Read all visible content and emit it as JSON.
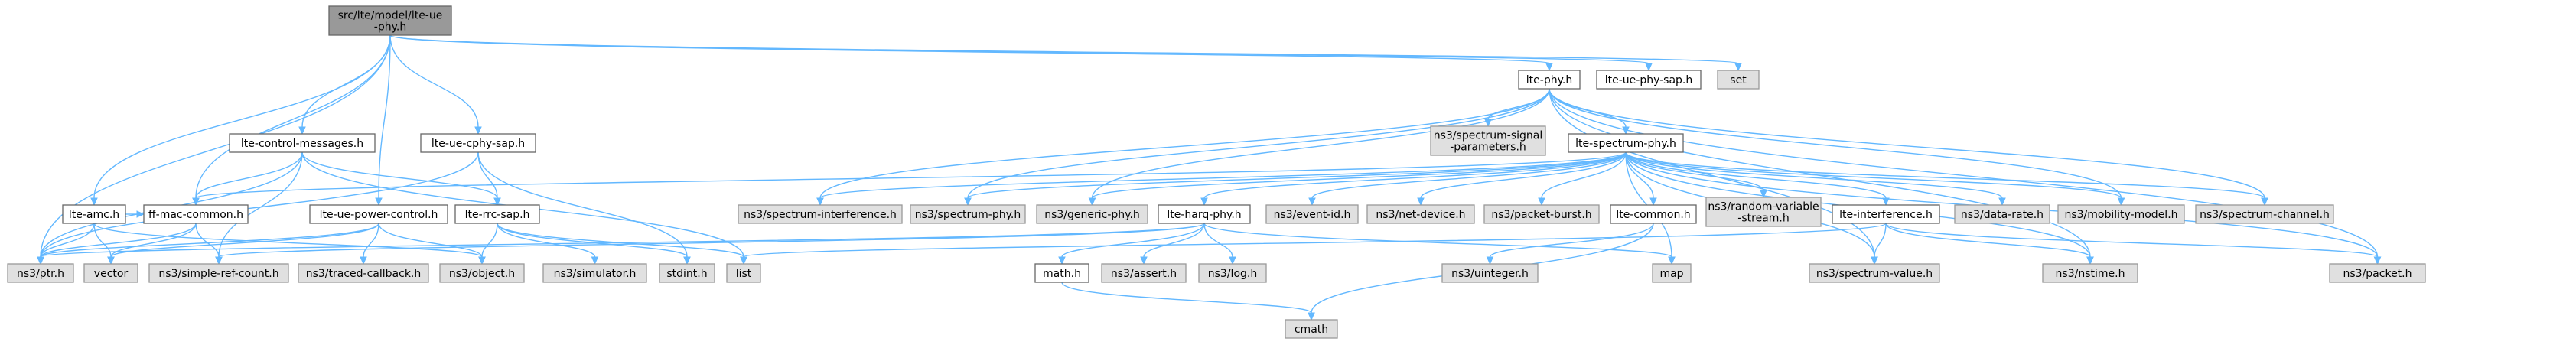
{
  "graph": {
    "edge_color": "#63b8ff",
    "node_fill": "#ffffff",
    "external_node_fill": "#e0e0e0",
    "focus_node_fill": "#999999",
    "nodes": [
      {
        "id": "root",
        "label": [
          "src/lte/model/lte-ue",
          "-phy.h"
        ],
        "kind": "focus"
      },
      {
        "id": "lte-phy",
        "label": [
          "lte-phy.h"
        ],
        "kind": "plain"
      },
      {
        "id": "lte-ue-phy-sap",
        "label": [
          "lte-ue-phy-sap.h"
        ],
        "kind": "plain"
      },
      {
        "id": "set",
        "label": [
          "set"
        ],
        "kind": "ext"
      },
      {
        "id": "lte-control-messages",
        "label": [
          "lte-control-messages.h"
        ],
        "kind": "plain"
      },
      {
        "id": "lte-ue-cphy-sap",
        "label": [
          "lte-ue-cphy-sap.h"
        ],
        "kind": "plain"
      },
      {
        "id": "spectrum-signal-parameters",
        "label": [
          "ns3/spectrum-signal",
          "-parameters.h"
        ],
        "kind": "ext"
      },
      {
        "id": "lte-spectrum-phy",
        "label": [
          "lte-spectrum-phy.h"
        ],
        "kind": "plain"
      },
      {
        "id": "lte-amc",
        "label": [
          "lte-amc.h"
        ],
        "kind": "plain"
      },
      {
        "id": "ff-mac-common",
        "label": [
          "ff-mac-common.h"
        ],
        "kind": "plain"
      },
      {
        "id": "lte-ue-power-control",
        "label": [
          "lte-ue-power-control.h"
        ],
        "kind": "plain"
      },
      {
        "id": "lte-rrc-sap",
        "label": [
          "lte-rrc-sap.h"
        ],
        "kind": "plain"
      },
      {
        "id": "spectrum-interference",
        "label": [
          "ns3/spectrum-interference.h"
        ],
        "kind": "ext"
      },
      {
        "id": "spectrum-phy",
        "label": [
          "ns3/spectrum-phy.h"
        ],
        "kind": "ext"
      },
      {
        "id": "generic-phy",
        "label": [
          "ns3/generic-phy.h"
        ],
        "kind": "ext"
      },
      {
        "id": "lte-harq-phy",
        "label": [
          "lte-harq-phy.h"
        ],
        "kind": "plain"
      },
      {
        "id": "event-id",
        "label": [
          "ns3/event-id.h"
        ],
        "kind": "ext"
      },
      {
        "id": "net-device",
        "label": [
          "ns3/net-device.h"
        ],
        "kind": "ext"
      },
      {
        "id": "packet-burst",
        "label": [
          "ns3/packet-burst.h"
        ],
        "kind": "ext"
      },
      {
        "id": "lte-common",
        "label": [
          "lte-common.h"
        ],
        "kind": "plain"
      },
      {
        "id": "random-variable-stream",
        "label": [
          "ns3/random-variable",
          "-stream.h"
        ],
        "kind": "ext"
      },
      {
        "id": "lte-interference",
        "label": [
          "lte-interference.h"
        ],
        "kind": "plain"
      },
      {
        "id": "data-rate",
        "label": [
          "ns3/data-rate.h"
        ],
        "kind": "ext"
      },
      {
        "id": "mobility-model",
        "label": [
          "ns3/mobility-model.h"
        ],
        "kind": "ext"
      },
      {
        "id": "spectrum-channel",
        "label": [
          "ns3/spectrum-channel.h"
        ],
        "kind": "ext"
      },
      {
        "id": "ptr",
        "label": [
          "ns3/ptr.h"
        ],
        "kind": "ext"
      },
      {
        "id": "vector",
        "label": [
          "vector"
        ],
        "kind": "ext"
      },
      {
        "id": "simple-ref-count",
        "label": [
          "ns3/simple-ref-count.h"
        ],
        "kind": "ext"
      },
      {
        "id": "traced-callback",
        "label": [
          "ns3/traced-callback.h"
        ],
        "kind": "ext"
      },
      {
        "id": "object",
        "label": [
          "ns3/object.h"
        ],
        "kind": "ext"
      },
      {
        "id": "simulator",
        "label": [
          "ns3/simulator.h"
        ],
        "kind": "ext"
      },
      {
        "id": "stdint",
        "label": [
          "stdint.h"
        ],
        "kind": "ext"
      },
      {
        "id": "list",
        "label": [
          "list"
        ],
        "kind": "ext"
      },
      {
        "id": "math",
        "label": [
          "math.h"
        ],
        "kind": "plain"
      },
      {
        "id": "assert",
        "label": [
          "ns3/assert.h"
        ],
        "kind": "ext"
      },
      {
        "id": "log",
        "label": [
          "ns3/log.h"
        ],
        "kind": "ext"
      },
      {
        "id": "map",
        "label": [
          "map"
        ],
        "kind": "ext"
      },
      {
        "id": "uinteger",
        "label": [
          "ns3/uinteger.h"
        ],
        "kind": "ext"
      },
      {
        "id": "spectrum-value",
        "label": [
          "ns3/spectrum-value.h"
        ],
        "kind": "ext"
      },
      {
        "id": "nstime",
        "label": [
          "ns3/nstime.h"
        ],
        "kind": "ext"
      },
      {
        "id": "packet",
        "label": [
          "ns3/packet.h"
        ],
        "kind": "ext"
      },
      {
        "id": "cmath",
        "label": [
          "cmath"
        ],
        "kind": "ext"
      }
    ],
    "edges": [
      [
        "root",
        "lte-phy"
      ],
      [
        "root",
        "lte-ue-phy-sap"
      ],
      [
        "root",
        "set"
      ],
      [
        "root",
        "lte-control-messages"
      ],
      [
        "root",
        "lte-ue-cphy-sap"
      ],
      [
        "root",
        "lte-amc"
      ],
      [
        "root",
        "ff-mac-common"
      ],
      [
        "root",
        "lte-ue-power-control"
      ],
      [
        "root",
        "ptr"
      ],
      [
        "lte-phy",
        "spectrum-signal-parameters"
      ],
      [
        "lte-phy",
        "lte-spectrum-phy"
      ],
      [
        "lte-phy",
        "spectrum-interference"
      ],
      [
        "lte-phy",
        "spectrum-phy"
      ],
      [
        "lte-phy",
        "generic-phy"
      ],
      [
        "lte-phy",
        "mobility-model"
      ],
      [
        "lte-phy",
        "spectrum-channel"
      ],
      [
        "lte-phy",
        "packet"
      ],
      [
        "lte-phy",
        "nstime"
      ],
      [
        "lte-phy",
        "spectrum-value"
      ],
      [
        "lte-spectrum-phy",
        "ff-mac-common"
      ],
      [
        "lte-spectrum-phy",
        "spectrum-interference"
      ],
      [
        "lte-spectrum-phy",
        "spectrum-phy"
      ],
      [
        "lte-spectrum-phy",
        "generic-phy"
      ],
      [
        "lte-spectrum-phy",
        "lte-harq-phy"
      ],
      [
        "lte-spectrum-phy",
        "event-id"
      ],
      [
        "lte-spectrum-phy",
        "net-device"
      ],
      [
        "lte-spectrum-phy",
        "packet-burst"
      ],
      [
        "lte-spectrum-phy",
        "lte-common"
      ],
      [
        "lte-spectrum-phy",
        "random-variable-stream"
      ],
      [
        "lte-spectrum-phy",
        "lte-interference"
      ],
      [
        "lte-spectrum-phy",
        "data-rate"
      ],
      [
        "lte-spectrum-phy",
        "mobility-model"
      ],
      [
        "lte-spectrum-phy",
        "spectrum-channel"
      ],
      [
        "lte-spectrum-phy",
        "map"
      ],
      [
        "lte-spectrum-phy",
        "spectrum-value"
      ],
      [
        "lte-spectrum-phy",
        "nstime"
      ],
      [
        "lte-spectrum-phy",
        "packet"
      ],
      [
        "lte-control-messages",
        "ff-mac-common"
      ],
      [
        "lte-control-messages",
        "lte-rrc-sap"
      ],
      [
        "lte-control-messages",
        "simple-ref-count"
      ],
      [
        "lte-control-messages",
        "ptr"
      ],
      [
        "lte-control-messages",
        "list"
      ],
      [
        "lte-ue-cphy-sap",
        "lte-rrc-sap"
      ],
      [
        "lte-ue-cphy-sap",
        "ptr"
      ],
      [
        "lte-ue-cphy-sap",
        "stdint"
      ],
      [
        "lte-amc",
        "ff-mac-common"
      ],
      [
        "lte-amc",
        "ptr"
      ],
      [
        "lte-amc",
        "vector"
      ],
      [
        "lte-amc",
        "object"
      ],
      [
        "ff-mac-common",
        "ptr"
      ],
      [
        "ff-mac-common",
        "vector"
      ],
      [
        "ff-mac-common",
        "simple-ref-count"
      ],
      [
        "lte-ue-power-control",
        "traced-callback"
      ],
      [
        "lte-ue-power-control",
        "object"
      ],
      [
        "lte-ue-power-control",
        "ptr"
      ],
      [
        "lte-ue-power-control",
        "vector"
      ],
      [
        "lte-rrc-sap",
        "simulator"
      ],
      [
        "lte-rrc-sap",
        "stdint"
      ],
      [
        "lte-rrc-sap",
        "list"
      ],
      [
        "lte-rrc-sap",
        "object"
      ],
      [
        "lte-harq-phy",
        "math"
      ],
      [
        "lte-harq-phy",
        "assert"
      ],
      [
        "lte-harq-phy",
        "log"
      ],
      [
        "lte-harq-phy",
        "map"
      ],
      [
        "lte-harq-phy",
        "simple-ref-count"
      ],
      [
        "lte-harq-phy",
        "ptr"
      ],
      [
        "math",
        "cmath"
      ],
      [
        "lte-common",
        "uinteger"
      ],
      [
        "lte-common",
        "cmath"
      ],
      [
        "lte-interference",
        "list"
      ],
      [
        "lte-interference",
        "spectrum-value"
      ],
      [
        "lte-interference",
        "nstime"
      ],
      [
        "lte-interference",
        "packet"
      ]
    ]
  }
}
